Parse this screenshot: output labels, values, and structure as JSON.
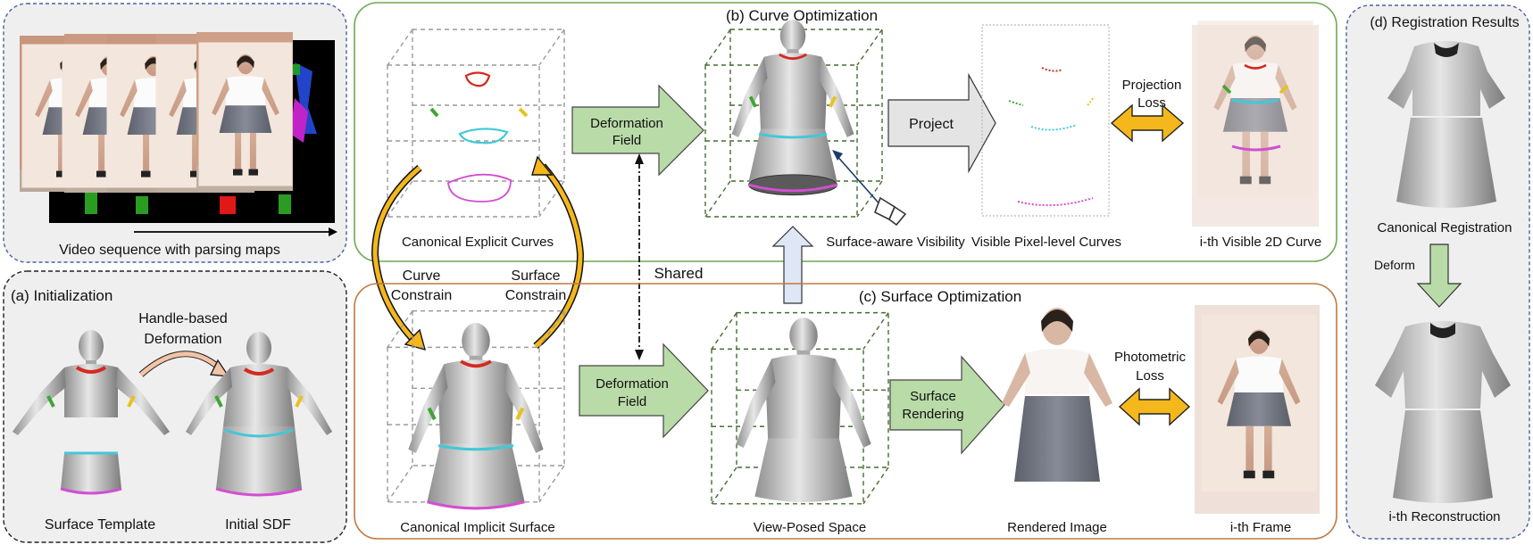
{
  "panels": {
    "b_title": "(b) Curve Optimization",
    "c_title": "(c) Surface Optimization",
    "a_title": "(a) Initialization",
    "d_title": "(d) Registration Results"
  },
  "video": {
    "caption": "Video sequence with parsing maps"
  },
  "init": {
    "handle_label_1": "Handle-based",
    "handle_label_2": "Deformation",
    "template_label": "Surface Template",
    "sdf_label": "Initial SDF"
  },
  "curve": {
    "canonical_label": "Canonical Explicit Curves",
    "deform_1": "Deformation",
    "deform_2": "Field",
    "visibility_label": "Surface-aware Visibility",
    "project_label": "Project",
    "pixel_curves_label": "Visible Pixel-level Curves",
    "projection_1": "Projection",
    "projection_2": "Loss",
    "visible2d_label": "i-th Visible 2D Curve"
  },
  "links": {
    "curve_c1": "Curve",
    "curve_c2": "Constrain",
    "surface_c1": "Surface",
    "surface_c2": "Constrain",
    "shared": "Shared"
  },
  "surface": {
    "canonical_label": "Canonical Implicit Surface",
    "deform_1": "Deformation",
    "deform_2": "Field",
    "view_label": "View-Posed Space",
    "render_1": "Surface",
    "render_2": "Rendering",
    "rendered_label": "Rendered Image",
    "photo_1": "Photometric",
    "photo_2": "Loss",
    "frame_label": "i-th Frame"
  },
  "registration": {
    "canonical_label": "Canonical Registration",
    "deform_label": "Deform",
    "recon_label": "i-th Reconstruction"
  },
  "colors": {
    "green_arrow": "#b9dba8",
    "orange_arrow": "#f4b71c",
    "gray_arrow": "#e4e4e4",
    "blue_arrow": "#dfe6f6",
    "panel_green": "#6aaa4f",
    "panel_orange": "#c07840",
    "panel_blue": "#4a5fa8",
    "collar": "#d42a20",
    "waist": "#42c8d8",
    "hem": "#d24fd2",
    "left_cuff": "#3fa534",
    "right_cuff": "#e8c21c"
  }
}
